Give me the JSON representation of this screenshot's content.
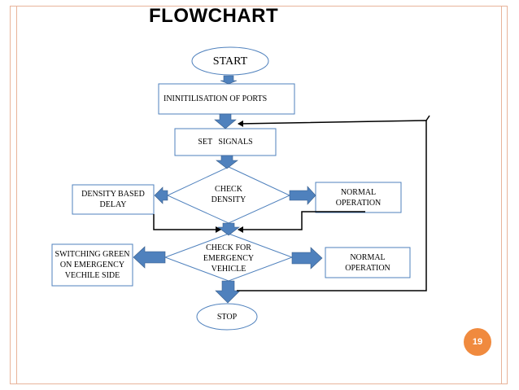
{
  "slide": {
    "title": "FLOWCHART",
    "page_number": "19",
    "colors": {
      "frame": "#e8b49a",
      "arrow": "#4f81bd",
      "arrow_stroke": "#385d8a",
      "badge": "#f08a3e"
    }
  },
  "flowchart": {
    "start": "START",
    "init_ports": "ININITILISATION OF PORTS",
    "set_signals": "SET   SIGNALS",
    "check_density": "CHECK\nDENSITY",
    "density_delay": "DENSITY BASED\nDELAY",
    "normal_op_1": "NORMAL\nOPERATION",
    "check_emergency": "CHECK FOR\nEMERGENCY\nVEHICLE",
    "switch_green": "SWITCHING GREEN\nON EMERGENCY\nVECHILE SIDE",
    "normal_op_2": "NORMAL\nOPERATION",
    "stop": "STOP"
  }
}
